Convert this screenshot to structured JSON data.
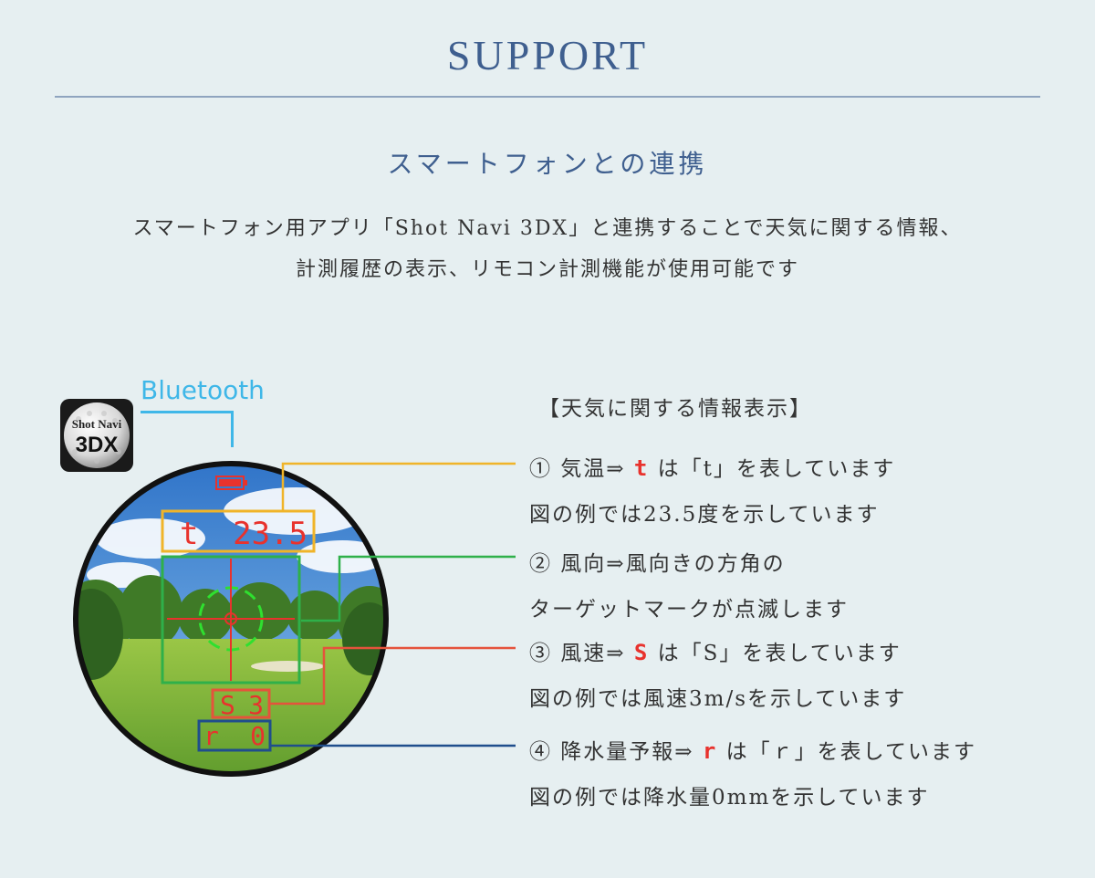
{
  "page": {
    "title": "SUPPORT",
    "subtitle": "スマートフォンとの連携",
    "intro_lines": [
      "スマートフォン用アプリ「Shot Navi 3DX」と連携することで天気に関する情報、",
      "計測履歴の表示、リモコン計測機能が使用可能です"
    ]
  },
  "app": {
    "icon_text_top": "Shot Navi",
    "icon_text_bottom": "3DX",
    "bluetooth_label": "Bluetooth"
  },
  "display": {
    "temp_symbol": "t",
    "temp_value": "23.5",
    "wind_symbol": "S",
    "wind_value": "3",
    "rain_symbol": "r",
    "rain_value": "0"
  },
  "info": {
    "heading": "【天気に関する情報表示】",
    "items": [
      {
        "pre": "① 気温⇒",
        "glyph": "t",
        "post": "は「t」を表しています",
        "line2": "図の例では23.5度を示しています"
      },
      {
        "pre": "② 風向⇒風向きの方角の",
        "glyph": "",
        "post": "",
        "line2": "ターゲットマークが点滅します"
      },
      {
        "pre": "③ 風速⇒",
        "glyph": "S",
        "post": "は「S」を表しています",
        "line2": "図の例では風速3m/sを示しています"
      },
      {
        "pre": "④ 降水量予報⇒",
        "glyph": "r",
        "post": "は「ｒ」を表しています",
        "line2": "図の例では降水量0mmを示しています"
      }
    ]
  },
  "colors": {
    "title": "#3f5f8f",
    "bluetooth": "#3fb7e8",
    "temp_box": "#f0b429",
    "wind_dir_box": "#2fb04a",
    "wind_speed_box": "#e5533c",
    "rain_box": "#1f4e8c",
    "segment_red": "#e8322d"
  }
}
